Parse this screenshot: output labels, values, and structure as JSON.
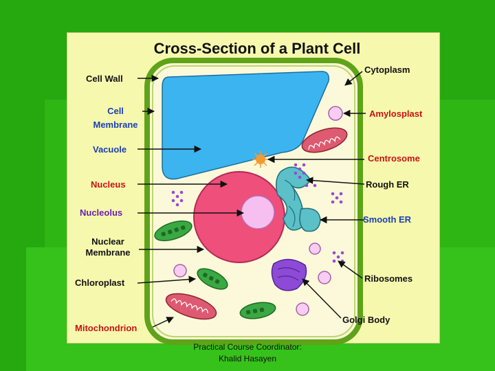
{
  "title": "Cross-Section of a Plant Cell",
  "colors": {
    "background": "#26a80f",
    "panel": "#f6f8ae",
    "cell_wall": "#5fa319",
    "cytoplasm": "#fbf9d9",
    "vacuole": "#3cb4f0",
    "nucleus": "#ee4f7b",
    "nucleolus": "#f6bff0",
    "chloroplast": "#3aa843",
    "mitochondrion": "#dd5a70",
    "amyloplast": "#f7cdf2",
    "golgi": "#8c4ad6",
    "er": "#5bc0c8",
    "centrosome": "#f59a33",
    "ribosome": "#9a48d6",
    "label_black": "#111111",
    "label_red": "#cc1111",
    "label_blue": "#1a3fb5",
    "label_purple": "#6a1fb0"
  },
  "labels": {
    "cell_wall": "Cell Wall",
    "cell_membrane_line1": "Cell",
    "cell_membrane_line2": "Membrane",
    "vacuole": "Vacuole",
    "nucleus": "Nucleus",
    "nucleolus": "Nucleolus",
    "nuclear_membrane_line1": "Nuclear",
    "nuclear_membrane_line2": "Membrane",
    "chloroplast": "Chloroplast",
    "mitochondrion": "Mitochondrion",
    "cytoplasm": "Cytoplasm",
    "amyloplast": "Amylosplast",
    "centrosome": "Centrosome",
    "rough_er": "Rough ER",
    "smooth_er": "Smooth ER",
    "ribosomes": "Ribosomes",
    "golgi_body": "Golgi Body"
  },
  "footer": {
    "line1": "Practical Course Coordinator:",
    "line2": "Khalid Hasayen"
  }
}
